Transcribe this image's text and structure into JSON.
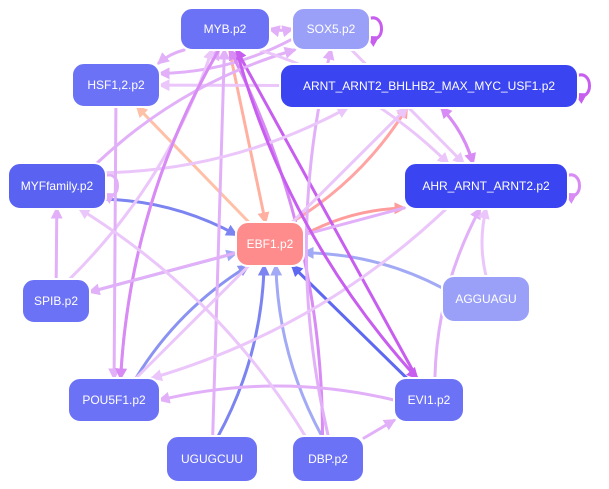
{
  "nodes": [
    {
      "id": "myb",
      "label": "MYB.p2",
      "color": "#6c72f5",
      "text_color": "#ffffff"
    },
    {
      "id": "sox5",
      "label": "SOX5.p2",
      "color": "#9aa0f8",
      "text_color": "#000000"
    },
    {
      "id": "hsf",
      "label": "HSF1,2.p2",
      "color": "#6c72f5",
      "text_color": "#000000"
    },
    {
      "id": "arnt",
      "label": "ARNT_ARNT2_BHLHB2_MAX_MYC_USF1.p2",
      "color": "#3a44f0",
      "text_color": "#ffffff"
    },
    {
      "id": "myf",
      "label": "MYFfamily.p2",
      "color": "#5a62f2",
      "text_color": "#ffffff"
    },
    {
      "id": "ahr",
      "label": "AHR_ARNT_ARNT2.p2",
      "color": "#3a44f0",
      "text_color": "#ffffff"
    },
    {
      "id": "ebf1",
      "label": "EBF1.p2",
      "color": "#ff8c8c",
      "text_color": "#000000"
    },
    {
      "id": "spib",
      "label": "SPIB.p2",
      "color": "#6c72f5",
      "text_color": "#000000"
    },
    {
      "id": "agguagu",
      "label": "AGGUAGU",
      "color": "#9aa0f8",
      "text_color": "#000000"
    },
    {
      "id": "pou5f1",
      "label": "POU5F1.p2",
      "color": "#6c72f5",
      "text_color": "#ffffff"
    },
    {
      "id": "evi1",
      "label": "EVI1.p2",
      "color": "#6c72f5",
      "text_color": "#000000"
    },
    {
      "id": "ugugcuu",
      "label": "UGUGCUU",
      "color": "#6c72f5",
      "text_color": "#ffffff"
    },
    {
      "id": "dbp",
      "label": "DBP.p2",
      "color": "#6c72f5",
      "text_color": "#000000"
    }
  ],
  "edges": [
    {
      "from": "myf",
      "to": "ebf1",
      "color": "#7b84f0"
    },
    {
      "from": "spib",
      "to": "ebf1",
      "color": "#a3aaf5"
    },
    {
      "from": "agguagu",
      "to": "ebf1",
      "color": "#a3aaf5"
    },
    {
      "from": "pou5f1",
      "to": "ebf1",
      "color": "#8a92f2"
    },
    {
      "from": "evi1",
      "to": "ebf1",
      "color": "#5f68f0"
    },
    {
      "from": "ugugcuu",
      "to": "ebf1",
      "color": "#7b84f0"
    },
    {
      "from": "dbp",
      "to": "ebf1",
      "color": "#a3aaf5"
    },
    {
      "from": "myb",
      "to": "ebf1",
      "color": "#ffb0a0"
    },
    {
      "from": "ebf1",
      "to": "arnt",
      "color": "#ffa3a3"
    },
    {
      "from": "ebf1",
      "to": "ahr",
      "color": "#ff9c9c"
    },
    {
      "from": "ebf1",
      "to": "hsf",
      "color": "#ffc0a8"
    },
    {
      "from": "myb",
      "to": "sox5",
      "color": "#e2b0f8"
    },
    {
      "from": "sox5",
      "to": "myb",
      "color": "#e2b0f8"
    },
    {
      "from": "sox5",
      "to": "sox5",
      "color": "#c85ef0"
    },
    {
      "from": "arnt",
      "to": "arnt",
      "color": "#c85ef0"
    },
    {
      "from": "ahr",
      "to": "ahr",
      "color": "#d88af5"
    },
    {
      "from": "myf",
      "to": "myf",
      "color": "#e2b0f8"
    },
    {
      "from": "myb",
      "to": "hsf",
      "color": "#e2b0f8"
    },
    {
      "from": "sox5",
      "to": "hsf",
      "color": "#e2b0f8"
    },
    {
      "from": "arnt",
      "to": "hsf",
      "color": "#ebc6fa"
    },
    {
      "from": "ahr",
      "to": "arnt",
      "color": "#d88af5"
    },
    {
      "from": "arnt",
      "to": "ahr",
      "color": "#d88af5"
    },
    {
      "from": "evi1",
      "to": "myb",
      "color": "#c85ef0"
    },
    {
      "from": "dbp",
      "to": "myb",
      "color": "#d88af5"
    },
    {
      "from": "pou5f1",
      "to": "myb",
      "color": "#e2b0f8"
    },
    {
      "from": "ugugcuu",
      "to": "myb",
      "color": "#e2b0f8"
    },
    {
      "from": "spib",
      "to": "myb",
      "color": "#ebc6fa"
    },
    {
      "from": "dbp",
      "to": "sox5",
      "color": "#e2b0f8"
    },
    {
      "from": "pou5f1",
      "to": "arnt",
      "color": "#ebc6fa"
    },
    {
      "from": "myf",
      "to": "arnt",
      "color": "#ebc6fa"
    },
    {
      "from": "myf",
      "to": "sox5",
      "color": "#e2b0f8"
    },
    {
      "from": "hsf",
      "to": "pou5f1",
      "color": "#e2b0f8"
    },
    {
      "from": "myb",
      "to": "pou5f1",
      "color": "#d88af5"
    },
    {
      "from": "ahr",
      "to": "pou5f1",
      "color": "#ebc6fa"
    },
    {
      "from": "ahr",
      "to": "spib",
      "color": "#e2b0f8"
    },
    {
      "from": "evi1",
      "to": "pou5f1",
      "color": "#e2b0f8"
    },
    {
      "from": "evi1",
      "to": "ahr",
      "color": "#e2b0f8"
    },
    {
      "from": "dbp",
      "to": "evi1",
      "color": "#e2b0f8"
    },
    {
      "from": "dbp",
      "to": "myf",
      "color": "#ebc6fa"
    },
    {
      "from": "agguagu",
      "to": "ahr",
      "color": "#ebc6fa"
    },
    {
      "from": "spib",
      "to": "myf",
      "color": "#e2b0f8"
    },
    {
      "from": "myb",
      "to": "evi1",
      "color": "#c85ef0"
    },
    {
      "from": "myb",
      "to": "ahr",
      "color": "#ebc6fa"
    },
    {
      "from": "sox5",
      "to": "ahr",
      "color": "#ebc6fa"
    }
  ]
}
